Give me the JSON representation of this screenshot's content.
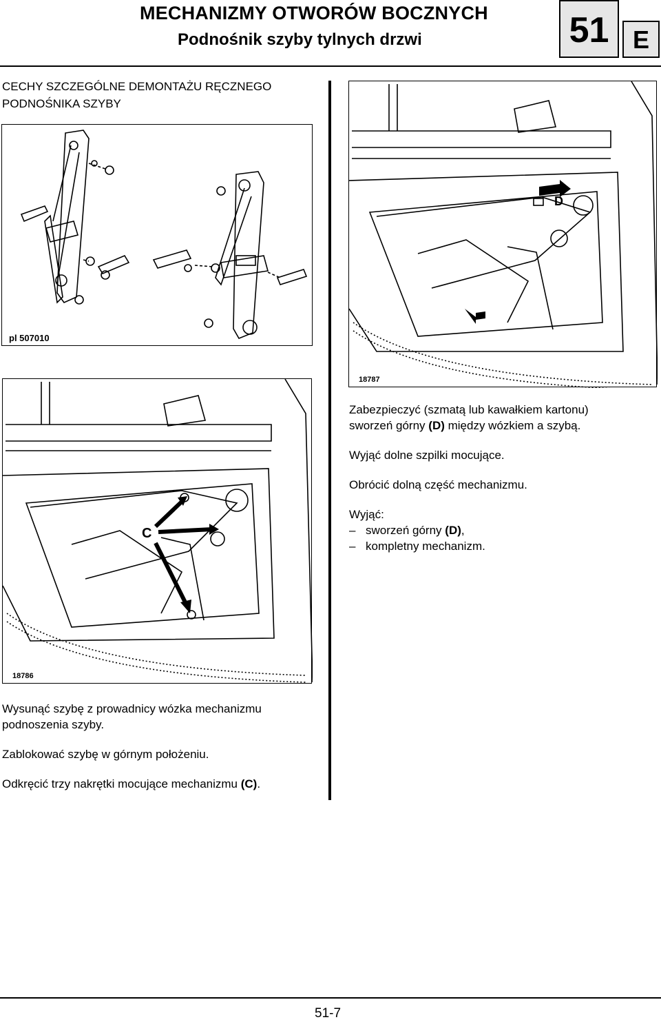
{
  "header": {
    "title": "MECHANIZMY OTWORÓW BOCZNYCH",
    "subtitle": "Podnośnik szyby tylnych drzwi",
    "chapter_number": "51",
    "chapter_letter": "E"
  },
  "section": {
    "title_line1": "CECHY SZCZEGÓLNE DEMONTAŻU RĘCZNEGO",
    "title_line2": "PODNOŚNIKA SZYBY"
  },
  "figures": {
    "mechanism": {
      "ref": "pl 507010"
    },
    "door_top_right": {
      "ref": "18787",
      "label": "D"
    },
    "door_bottom_left": {
      "ref": "18786",
      "label": "C"
    }
  },
  "right_text": {
    "p1_line1": "Zabezpieczyć (szmatą lub kawałkiem kartonu)",
    "p1_line2_pre": "sworzeń górny ",
    "p1_line2_bold": "(D)",
    "p1_line2_post": " między wózkiem a szybą.",
    "p2": "Wyjąć dolne szpilki mocujące.",
    "p3": "Obrócić dolną część mechanizmu.",
    "p4_head": "Wyjąć:",
    "dash": "–",
    "p4_item1_pre": "sworzeń górny ",
    "p4_item1_bold": "(D)",
    "p4_item1_post": ",",
    "p4_item2": "kompletny mechanizm."
  },
  "left_text": {
    "p1_line1": "Wysunąć szybę z prowadnicy wózka mechanizmu",
    "p1_line2": "podnoszenia szyby.",
    "p2": "Zablokować szybę w górnym położeniu.",
    "p3_pre": "Odkręcić trzy nakrętki mocujące mechanizmu ",
    "p3_bold": "(C)",
    "p3_post": "."
  },
  "footer": {
    "page": "51-7"
  }
}
